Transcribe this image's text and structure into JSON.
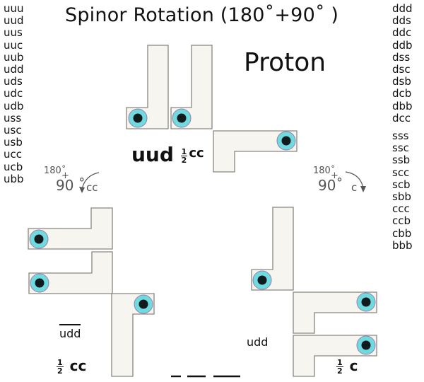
{
  "title": "Spinor Rotation (180˚+90˚  )",
  "particle": "Proton",
  "left_list": [
    "uuu",
    "uud",
    "uus",
    "uuc",
    "uub",
    "udd",
    "uds",
    "udc",
    "udb",
    "uss",
    "usc",
    "usb",
    "ucc",
    "ucb",
    "ubb"
  ],
  "right_list_a": [
    "ddd",
    "dds",
    "ddc",
    "ddb",
    "dss",
    "dsc",
    "dsb",
    "dcb",
    "dbb",
    "dcc"
  ],
  "right_list_b": [
    "sss",
    "ssc",
    "ssb",
    "scc",
    "scb",
    "sbb",
    "ccc",
    "ccb",
    "cbb",
    "bbb"
  ],
  "top_group": {
    "label": "uud",
    "fraction_num": "1",
    "fraction_den": "2",
    "direction": "cc"
  },
  "left_rotation": {
    "angle_a": "180˚",
    "plus": "+",
    "angle_b": "90 ˚",
    "direction": "cc"
  },
  "right_rotation": {
    "angle_a": "180˚",
    "plus": "+",
    "angle_b": "90˚",
    "direction": "c"
  },
  "left_group": {
    "label": "udd",
    "overlined": true,
    "fraction_num": "1",
    "fraction_den": "2",
    "direction": "cc"
  },
  "right_group": {
    "label": "udd",
    "fraction_num": "1",
    "fraction_den": "2",
    "direction": "c"
  },
  "blanks": [
    "_",
    "__",
    "___"
  ],
  "colors": {
    "block_fill": "#f7f5f0",
    "block_stroke": "#8a8680",
    "ring": "#6fdbe0",
    "ring_stroke": "#9a7fa8",
    "core": "#111a1c"
  }
}
